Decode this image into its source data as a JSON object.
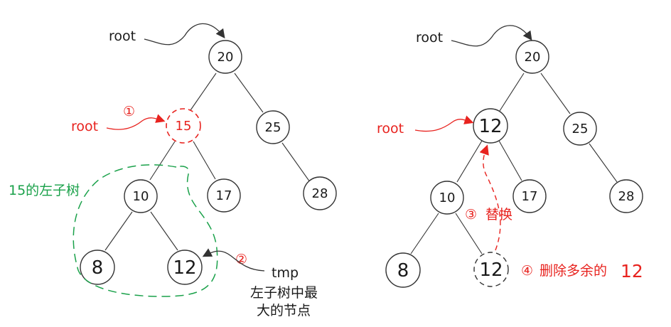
{
  "left_tree": {
    "root_label": "root",
    "step1_marker": "①",
    "step1_root_label": "root",
    "nodes": {
      "n20": "20",
      "n15": "15",
      "n25": "25",
      "n10": "10",
      "n17": "17",
      "n28": "28",
      "n8": "8",
      "n12": "12"
    },
    "subtree_caption": "15的左子树",
    "step2_marker": "②",
    "tmp_label": "tmp",
    "tmp_desc_line1": "左子树中最",
    "tmp_desc_line2": "大的节点"
  },
  "right_tree": {
    "root_label": "root",
    "red_root_label": "root",
    "nodes": {
      "n20": "20",
      "n12": "12",
      "n25": "25",
      "n10": "10",
      "n17": "17",
      "n28": "28",
      "n8": "8",
      "n12dup": "12"
    },
    "step3_marker": "③",
    "step3_text": "替换",
    "step4_marker": "④",
    "step4_text": "删除多余的",
    "step4_value": "12"
  },
  "colors": {
    "red": "#e8231f",
    "green": "#1aa14a",
    "dark": "#333333"
  }
}
